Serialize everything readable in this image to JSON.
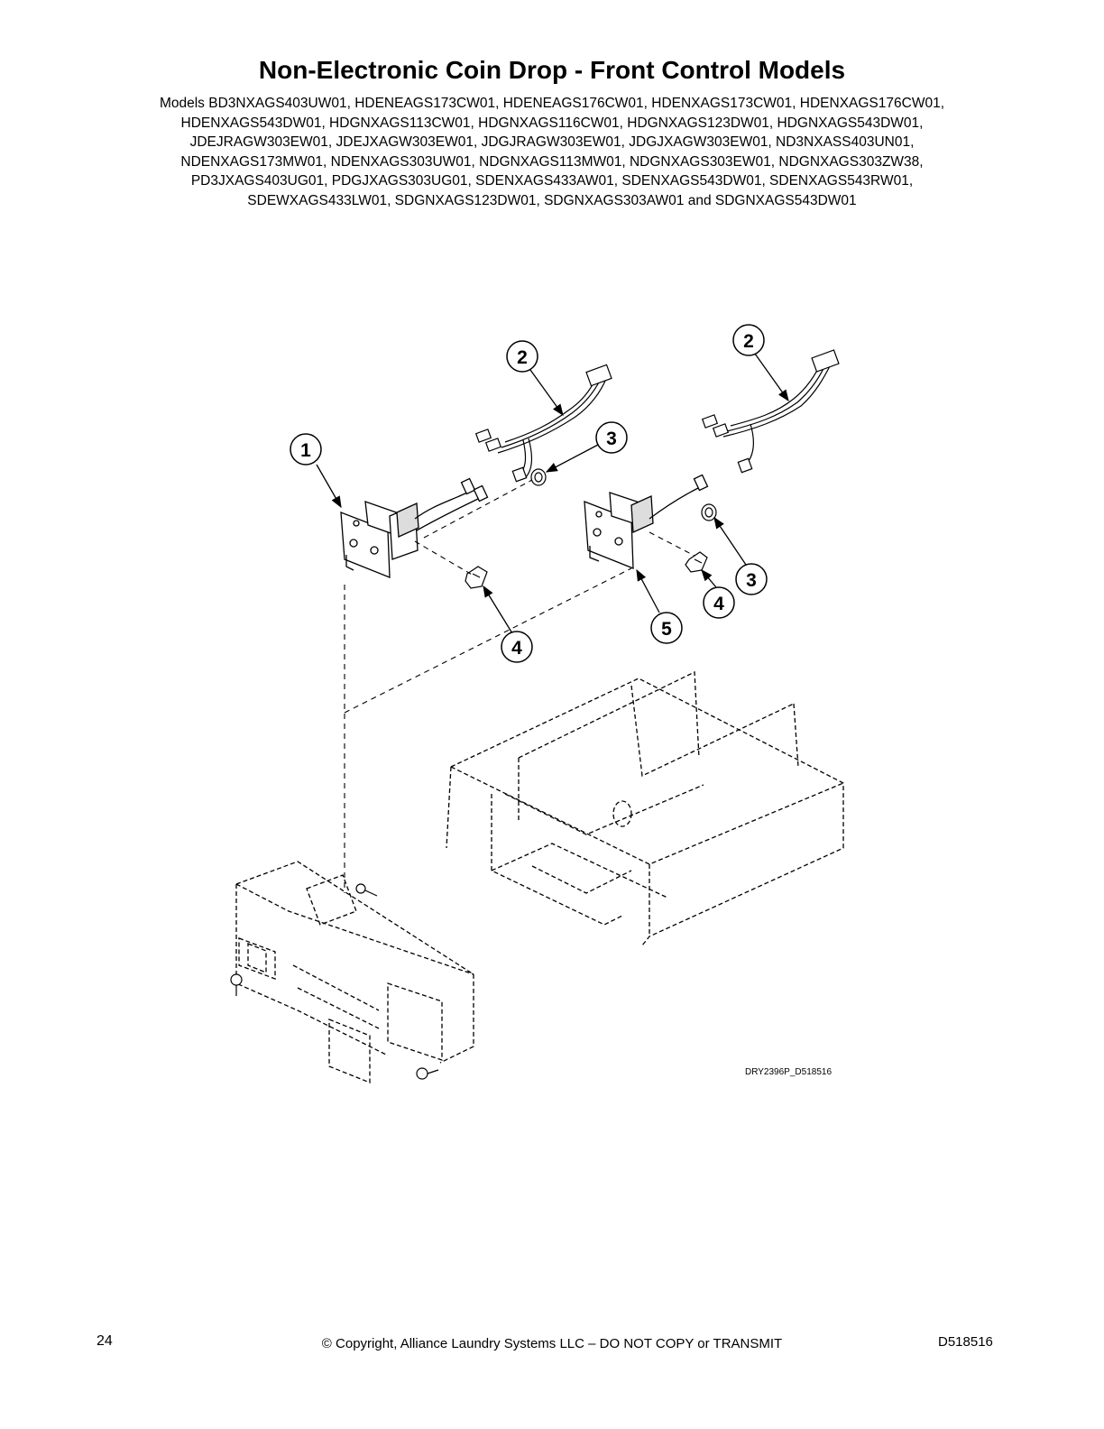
{
  "page": {
    "title": "Non-Electronic Coin Drop - Front Control Models",
    "model_lines": [
      "Models BD3NXAGS403UW01, HDENEAGS173CW01, HDENEAGS176CW01, HDENXAGS173CW01, HDENXAGS176CW01,",
      "HDENXAGS543DW01, HDGNXAGS113CW01, HDGNXAGS116CW01, HDGNXAGS123DW01, HDGNXAGS543DW01,",
      "JDEJRAGW303EW01, JDEJXAGW303EW01, JDGJRAGW303EW01, JDGJXAGW303EW01, ND3NXASS403UN01,",
      "NDENXAGS173MW01, NDENXAGS303UW01, NDGNXAGS113MW01, NDGNXAGS303EW01, NDGNXAGS303ZW38,",
      "PD3JXAGS403UG01, PDGJXAGS303UG01, SDENXAGS433AW01, SDENXAGS543DW01, SDENXAGS543RW01,",
      "SDEWXAGS433LW01, SDGNXAGS123DW01, SDGNXAGS303AW01 and SDGNXAGS543DW01"
    ]
  },
  "diagram": {
    "figure_id": "DRY2396P_D518516",
    "callouts": [
      "1",
      "2",
      "3",
      "4",
      "2",
      "3",
      "4",
      "5"
    ]
  },
  "footer": {
    "page_number": "24",
    "copyright": "© Copyright, Alliance Laundry Systems LLC – DO NOT COPY or TRANSMIT",
    "doc_number": "D518516"
  }
}
